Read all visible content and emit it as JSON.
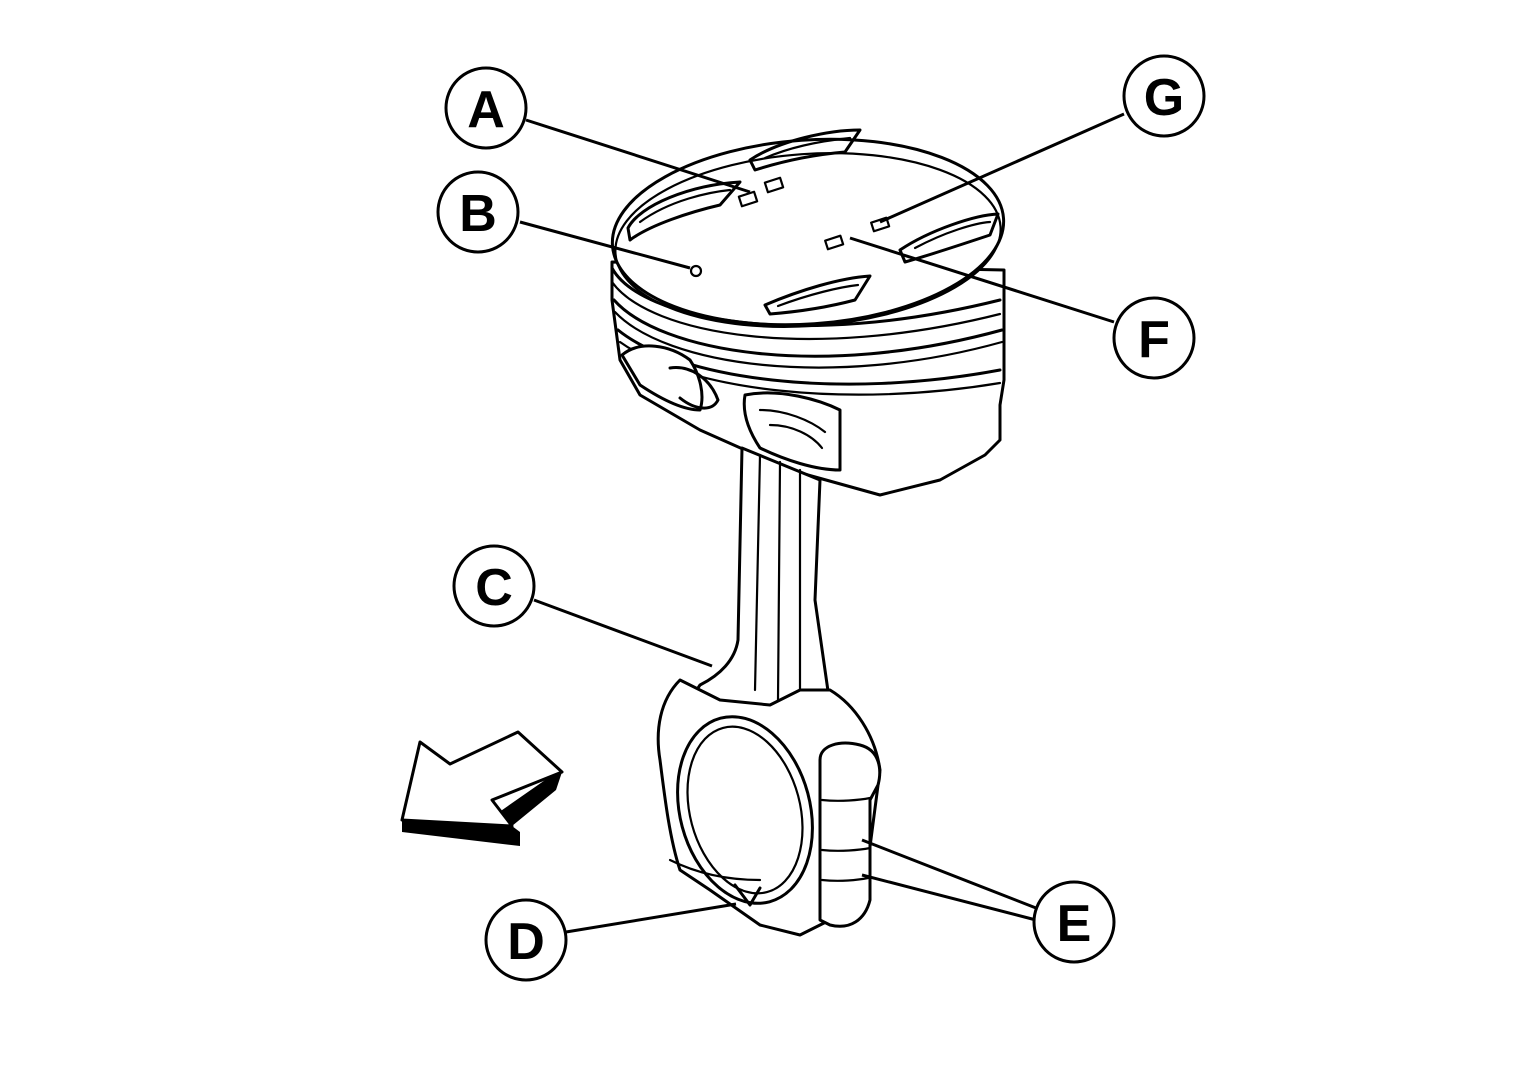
{
  "diagram": {
    "callouts": [
      {
        "id": "A",
        "label": "A"
      },
      {
        "id": "B",
        "label": "B"
      },
      {
        "id": "C",
        "label": "C"
      },
      {
        "id": "D",
        "label": "D"
      },
      {
        "id": "E",
        "label": "E"
      },
      {
        "id": "F",
        "label": "F"
      },
      {
        "id": "G",
        "label": "G"
      }
    ]
  }
}
